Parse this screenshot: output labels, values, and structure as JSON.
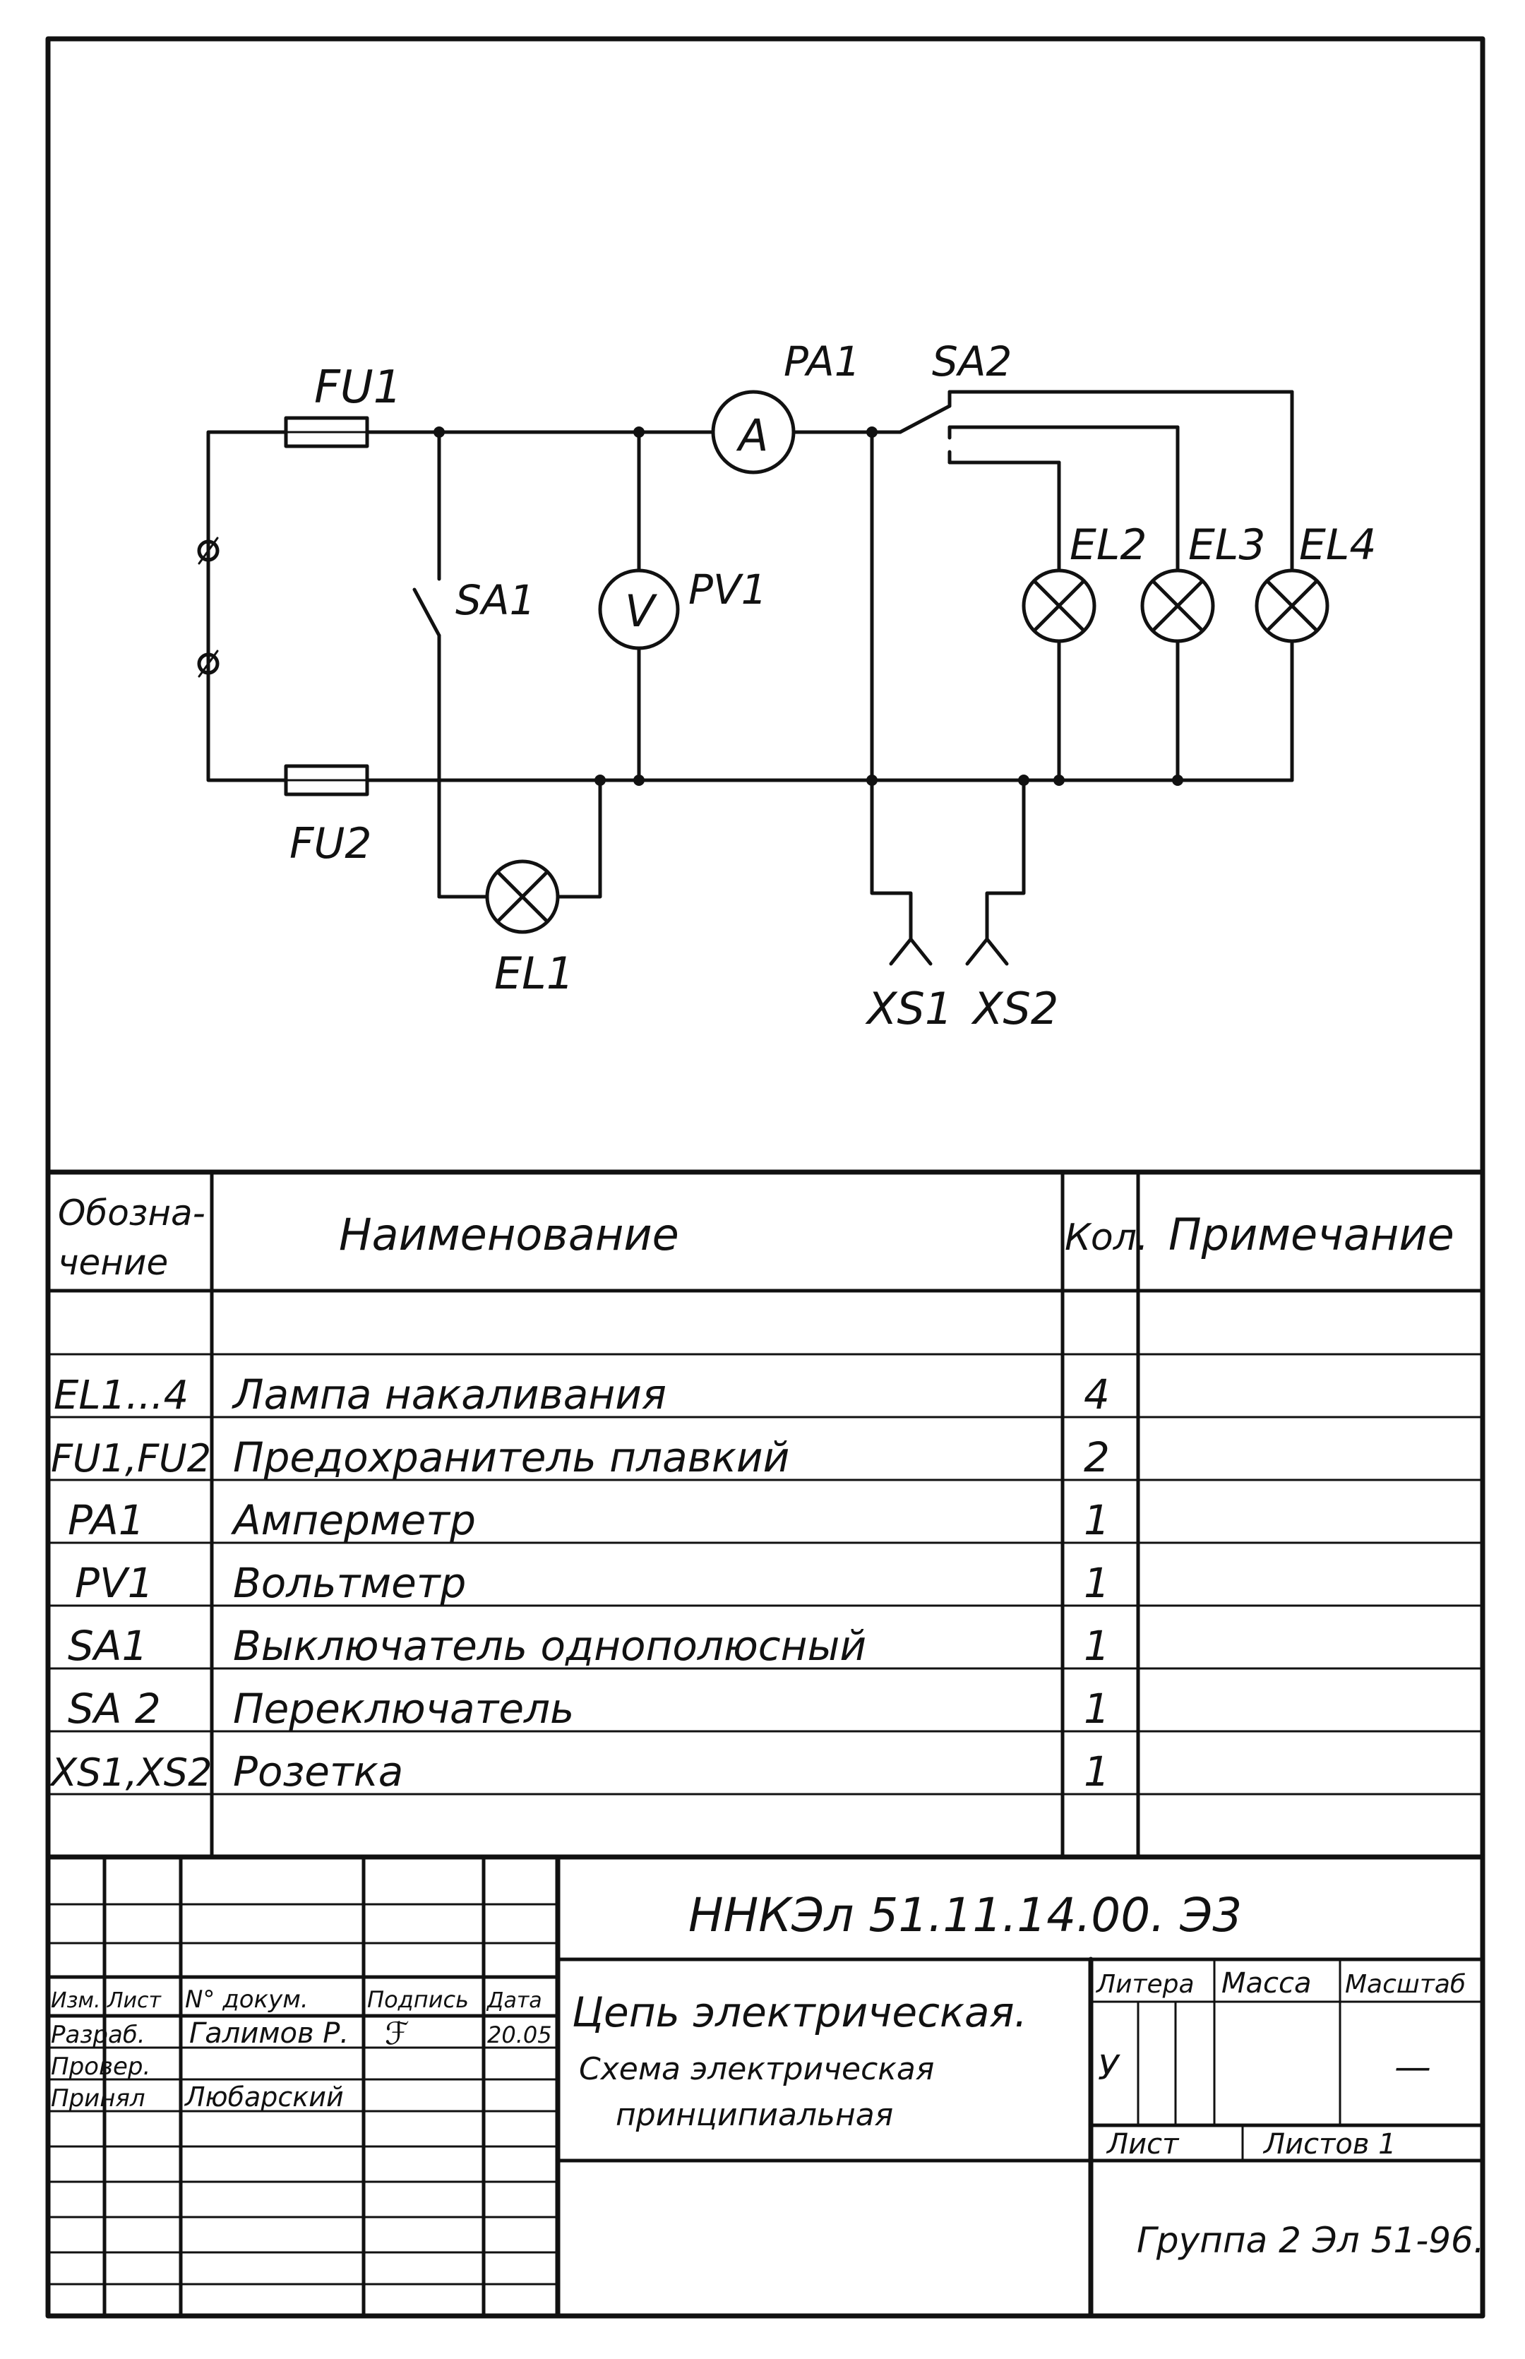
{
  "schematic": {
    "labels": {
      "fu1": "FU1",
      "fu2": "FU2",
      "pa1": "PA1",
      "sa2": "SA2",
      "sa1": "SA1",
      "pv1": "PV1",
      "el1": "EL1",
      "el2": "EL2",
      "el3": "EL3",
      "el4": "EL4",
      "xs1": "XS1",
      "xs2": "XS2",
      "ammeter_letter": "A",
      "voltmeter_letter": "V"
    }
  },
  "spec_table": {
    "headers": {
      "designation": "Обозна-\nчение",
      "name": "Наименование",
      "qty": "Кол.",
      "note": "Примечание"
    },
    "rows": [
      {
        "designation": "EL1...4",
        "name": "Лампа накаливания",
        "qty": "4"
      },
      {
        "designation": "FU1,FU2",
        "name": "Предохранитель плавкий",
        "qty": "2"
      },
      {
        "designation": "PA1",
        "name": "Амперметр",
        "qty": "1"
      },
      {
        "designation": "PV1",
        "name": "Вольтметр",
        "qty": "1"
      },
      {
        "designation": "SA1",
        "name": "Выключатель однополюсный",
        "qty": "1"
      },
      {
        "designation": "SA 2",
        "name": "Переключатель",
        "qty": "1"
      },
      {
        "designation": "XS1,XS2",
        "name": "Розетка",
        "qty": "1"
      }
    ]
  },
  "title_block": {
    "document_code": "ННКЭл 51.11.14.00. Э3",
    "title_line1": "Цепь электрическая.",
    "title_line2": "Схема электрическая",
    "title_line3": "принципиальная",
    "col_labels": {
      "izm": "Изм.",
      "list": "Лист",
      "doc_no": "N° докум.",
      "signature": "Подпись",
      "date": "Дата"
    },
    "roles": {
      "developed": "Разраб.",
      "checked": "Провер.",
      "approved": "Принял"
    },
    "names": {
      "developer": "Галимов Р.",
      "approver": "Любарский"
    },
    "developer_signature": "ℱ",
    "developer_date": "20.05",
    "litera_label": "Литера",
    "mass_label": "Масса",
    "scale_label": "Масштаб",
    "litera_value": "У",
    "scale_value": "—",
    "sheet_label": "Лист",
    "sheets_label": "Листов 1",
    "group": "Группа 2 Эл 51-96."
  }
}
